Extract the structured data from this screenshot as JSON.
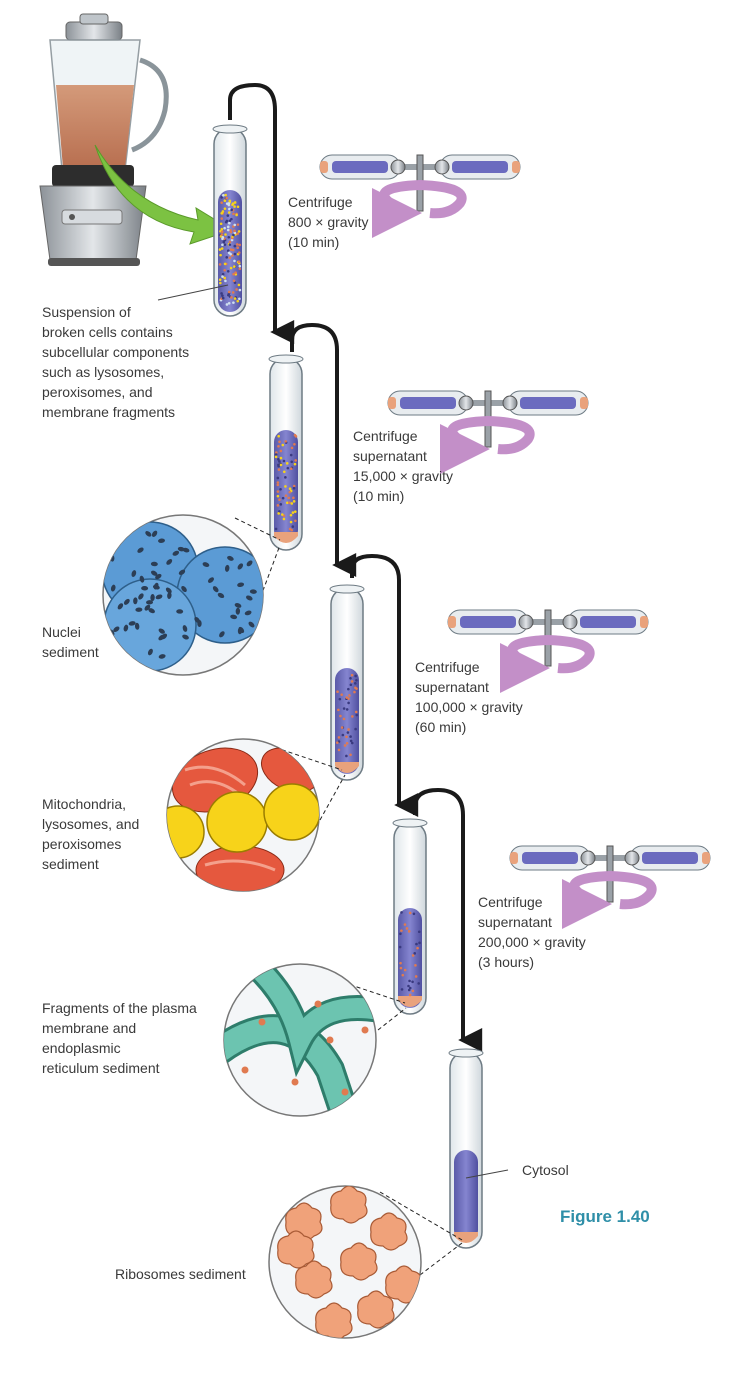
{
  "figure": {
    "label": "Figure 1.40",
    "accent_color": "#2f8fa8"
  },
  "colors": {
    "supernatant": "#6b6bbf",
    "pellet": "#e9a27c",
    "arrow": "#1a1a1a",
    "blender_pointer": "#7cc242",
    "rotor_arrow": "#c38fc8",
    "nuclei": "#5b9bd5",
    "mitochondria": "#e5583e",
    "lysosome": "#f7d31a",
    "membrane": "#6cc4b0",
    "ribosome": "#f0a27a"
  },
  "suspension": {
    "text": "Suspension of\nbroken cells contains\nsubcellular components\nsuch as lysosomes,\nperoxisomes, and\nmembrane fragments"
  },
  "steps": [
    {
      "text": "Centrifuge\n800 × gravity\n(10 min)"
    },
    {
      "text": "Centrifuge\nsupernatant\n15,000 × gravity\n(10 min)"
    },
    {
      "text": "Centrifuge\nsupernatant\n100,000 × gravity\n(60 min)"
    },
    {
      "text": "Centrifuge\nsupernatant\n200,000 × gravity\n(3 hours)"
    }
  ],
  "sediments": [
    {
      "text": "Nuclei\nsediment",
      "icon": "nuclei-icon"
    },
    {
      "text": "Mitochondria,\nlysosomes, and\nperoxisomes\nsediment",
      "icon": "mitochondria-icon"
    },
    {
      "text": "Fragments of the plasma\nmembrane and\nendoplasmic\nreticulum sediment",
      "icon": "membrane-icon"
    },
    {
      "text": "Ribosomes sediment",
      "icon": "ribosome-icon"
    }
  ],
  "cytosol": {
    "text": "Cytosol"
  }
}
